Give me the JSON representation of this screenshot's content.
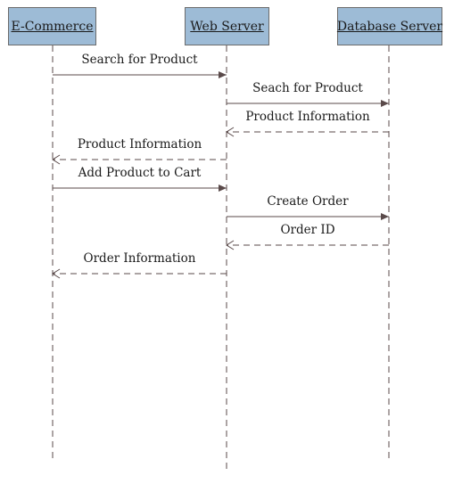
{
  "diagram": {
    "actors": [
      {
        "label": "E-Commerce"
      },
      {
        "label": "Web Server"
      },
      {
        "label": "Database Server"
      }
    ],
    "messages": [
      {
        "label": "Search for Product",
        "from": 0,
        "to": 1,
        "style": "solid"
      },
      {
        "label": "Seach for Product",
        "from": 1,
        "to": 2,
        "style": "solid"
      },
      {
        "label": "Product Information",
        "from": 2,
        "to": 1,
        "style": "dashed"
      },
      {
        "label": "Product Information",
        "from": 1,
        "to": 0,
        "style": "dashed"
      },
      {
        "label": "Add Product to Cart",
        "from": 0,
        "to": 1,
        "style": "solid"
      },
      {
        "label": "Create Order",
        "from": 1,
        "to": 2,
        "style": "solid"
      },
      {
        "label": "Order ID",
        "from": 2,
        "to": 1,
        "style": "dashed"
      },
      {
        "label": "Order Information",
        "from": 1,
        "to": 0,
        "style": "dashed"
      }
    ],
    "colors": {
      "actor_fill": "#9dbbd6",
      "actor_border": "#6b6b6b",
      "line": "#5a4a4a",
      "text": "#1a1a1a"
    }
  }
}
